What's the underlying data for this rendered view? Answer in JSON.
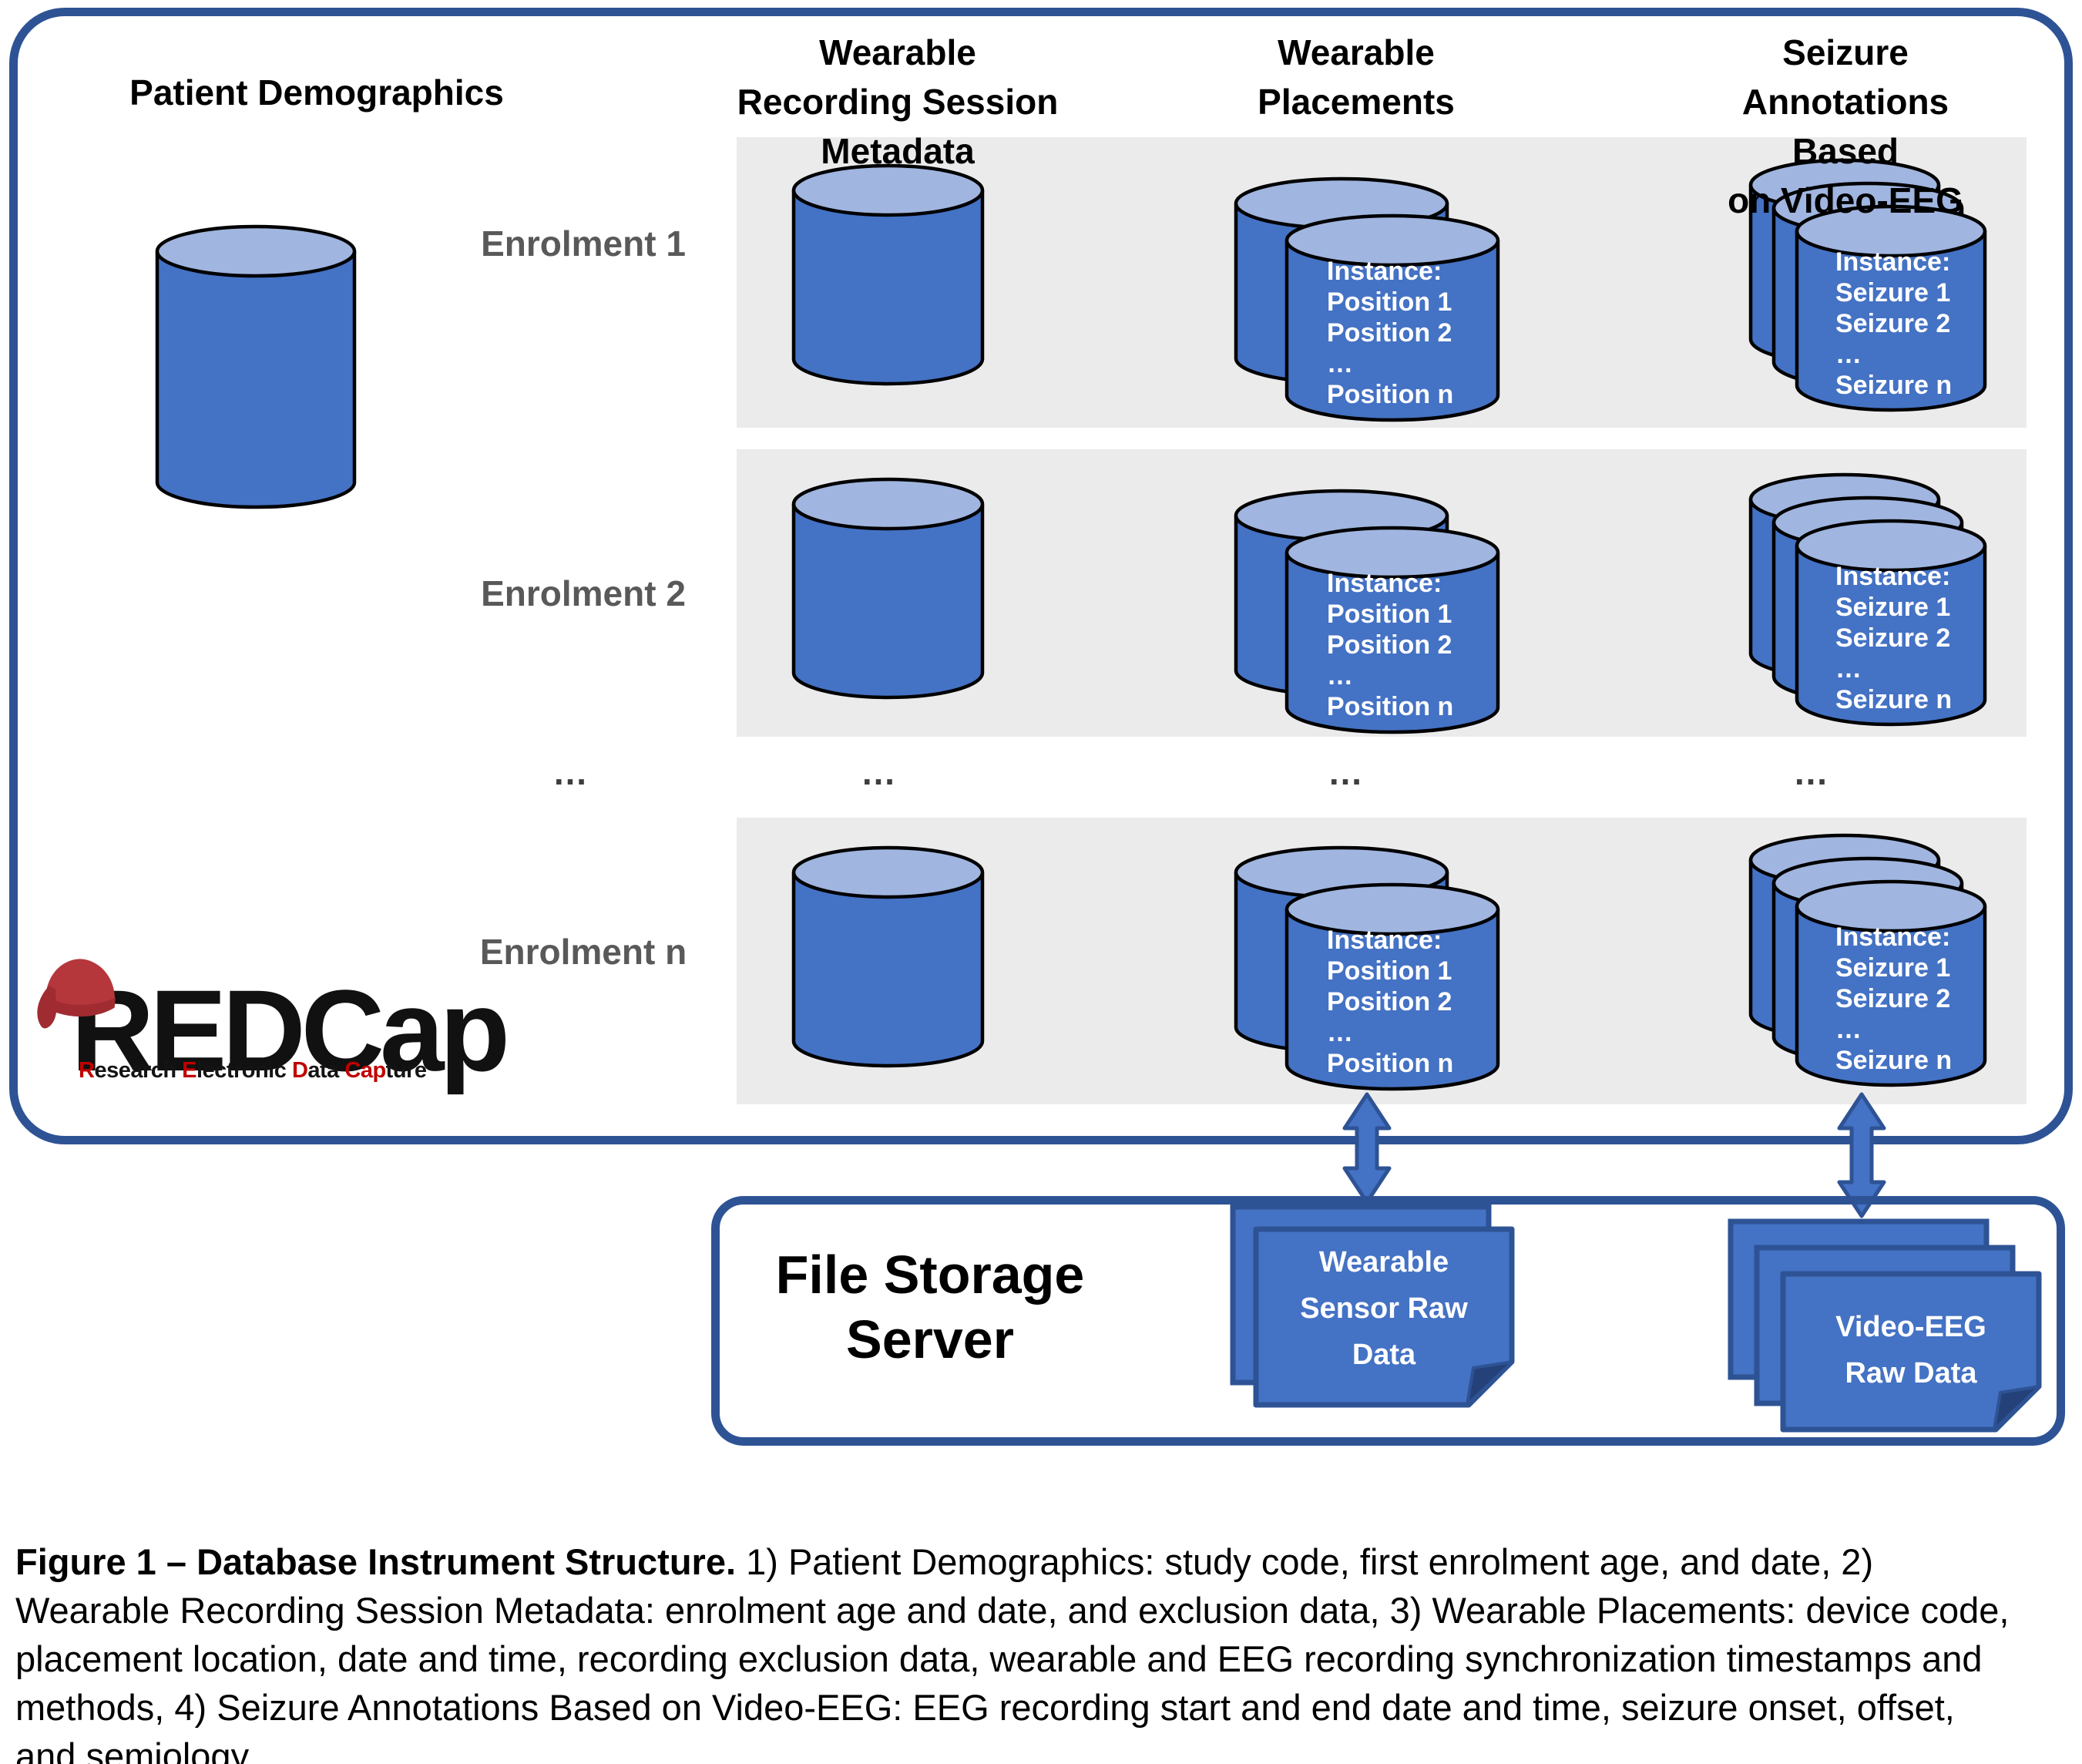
{
  "diagram": {
    "ellipsis": "…",
    "columns": [
      {
        "title": "Patient Demographics"
      },
      {
        "title": "Wearable\nRecording Session\nMetadata"
      },
      {
        "title": "Wearable\nPlacements"
      },
      {
        "title": "Seizure\nAnnotations Based\non Video-EEG"
      }
    ],
    "rows": [
      {
        "label": "Enrolment 1"
      },
      {
        "label": "Enrolment 2"
      },
      {
        "label": "Enrolment n"
      }
    ],
    "placement_instance": "Instance:\nPosition 1\nPosition 2\n…\nPosition n",
    "seizure_instance": "Instance:\nSeizure 1\nSeizure 2\n…\nSeizure n"
  },
  "redcap": {
    "wordmark": "REDCap",
    "tagline_parts": [
      {
        "text": "R",
        "red": true
      },
      {
        "text": "esearch ",
        "red": false
      },
      {
        "text": "E",
        "red": true
      },
      {
        "text": "lectronic ",
        "red": false
      },
      {
        "text": "D",
        "red": true
      },
      {
        "text": "ata ",
        "red": false
      },
      {
        "text": "Cap",
        "red": true
      },
      {
        "text": "ture",
        "red": false
      }
    ]
  },
  "file_server": {
    "title": "File Storage\nServer",
    "wearable_doc": "Wearable\nSensor Raw\nData",
    "video_doc": "Video-EEG\nRaw Data"
  },
  "caption": {
    "bold": "Figure 1 – Database Instrument Structure.",
    "rest": " 1) Patient Demographics: study code, first enrolment age, and date, 2) Wearable Recording Session Metadata: enrolment age and date, and exclusion data, 3) Wearable Placements: device code, placement location, date and time, recording exclusion data, wearable and EEG recording synchronization timestamps and methods, 4) Seizure Annotations Based on Video-EEG: EEG recording start and end date and time, seizure onset, offset, and semiology."
  },
  "colors": {
    "cylinder_body": "#4472C4",
    "cylinder_top": "#A0B5DF",
    "shape_outline": "#000000",
    "panel_border": "#2E5395",
    "row_band": "#EBEBEB",
    "label_gray": "#595959",
    "doc_fill": "#4472C4",
    "doc_fold": "#24417A",
    "redcap_red": "#B5373C",
    "tagline_red": "#C00000"
  }
}
